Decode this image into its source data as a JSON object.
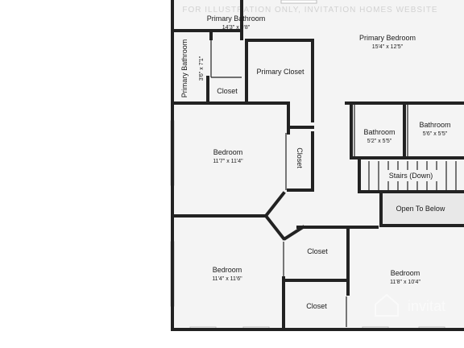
{
  "watermark": "FOR ILLUSTRATION ONLY, INVITATION HOMES WEBSITE",
  "brand_watermark": "invitat",
  "rooms": [
    {
      "id": "primary-bathroom-top",
      "name": "Primary Bathroom",
      "dims": "14'3\" x 9'8\""
    },
    {
      "id": "primary-bedroom",
      "name": "Primary Bedroom",
      "dims": "15'4\" x 12'5\""
    },
    {
      "id": "primary-bathroom-side",
      "name": "Primary Bathroom",
      "dims": "3'6\" x 7'1\""
    },
    {
      "id": "closet-small",
      "name": "Closet",
      "dims": ""
    },
    {
      "id": "primary-closet",
      "name": "Primary Closet",
      "dims": ""
    },
    {
      "id": "bedroom-mid",
      "name": "Bedroom",
      "dims": "11'7\" x 11'4\""
    },
    {
      "id": "closet-vertical",
      "name": "Closet",
      "dims": ""
    },
    {
      "id": "bathroom-left",
      "name": "Bathroom",
      "dims": "5'2\" x 5'5\""
    },
    {
      "id": "bathroom-right",
      "name": "Bathroom",
      "dims": "5'6\" x 5'5\""
    },
    {
      "id": "stairs",
      "name": "Stairs (Down)",
      "dims": ""
    },
    {
      "id": "open-to-below",
      "name": "Open To Below",
      "dims": ""
    },
    {
      "id": "bedroom-lower-left",
      "name": "Bedroom",
      "dims": "11'4\" x 11'6\""
    },
    {
      "id": "closet-upper",
      "name": "Closet",
      "dims": ""
    },
    {
      "id": "closet-lower",
      "name": "Closet",
      "dims": ""
    },
    {
      "id": "bedroom-lower-right",
      "name": "Bedroom",
      "dims": "11'8\" x 10'4\""
    }
  ],
  "colors": {
    "wall": "#222222",
    "floor": "#f4f4f4",
    "shade": "#e8e8e8"
  }
}
